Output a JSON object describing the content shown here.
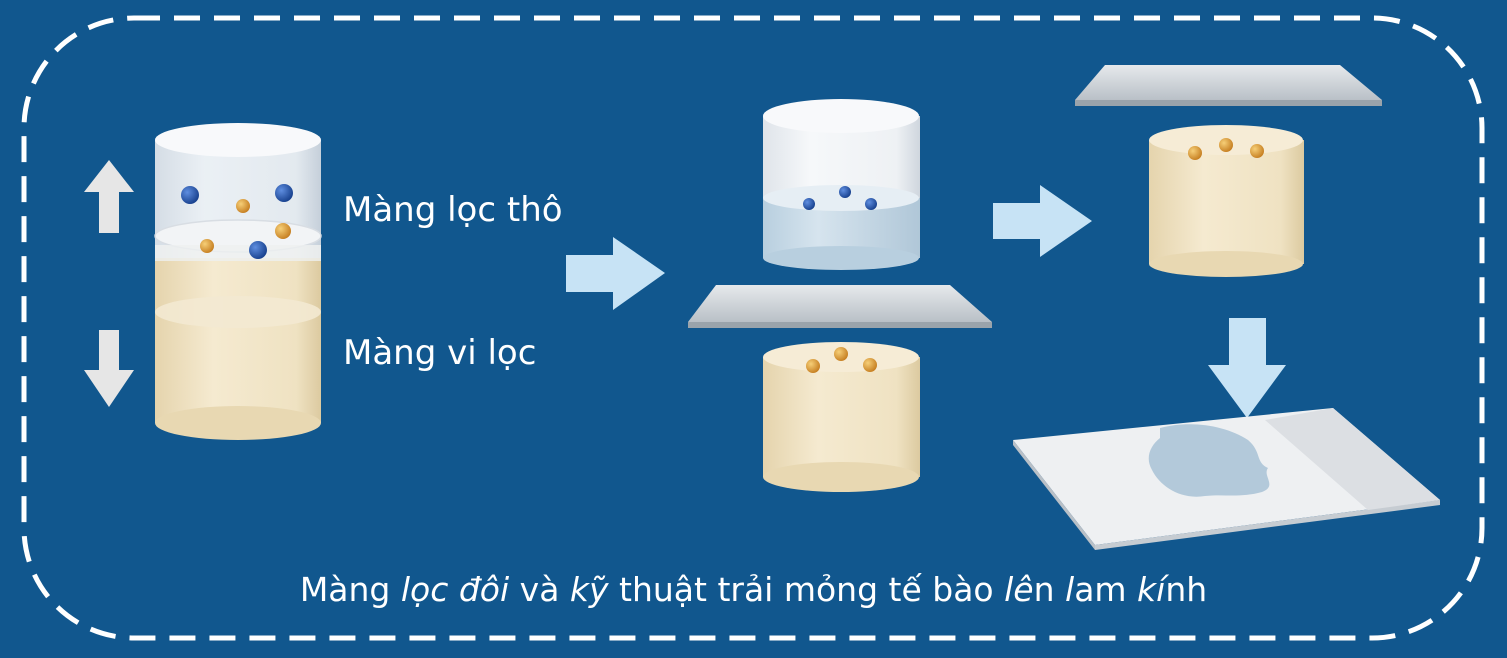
{
  "labels": {
    "coarse_filter": "Màng lọc thô",
    "micro_filter": "Màng vi lọc"
  },
  "caption": {
    "segments": [
      {
        "text": "Màng ",
        "italic": false
      },
      {
        "text": "lọc đôi",
        "italic": true
      },
      {
        "text": " và ",
        "italic": false
      },
      {
        "text": "kỹ",
        "italic": true
      },
      {
        "text": " thuật trải mỏng tế bào ",
        "italic": false
      },
      {
        "text": "lê",
        "italic": true
      },
      {
        "text": "n ",
        "italic": false
      },
      {
        "text": "l",
        "italic": true
      },
      {
        "text": "am ",
        "italic": false
      },
      {
        "text": "kí",
        "italic": true
      },
      {
        "text": "nh",
        "italic": false
      }
    ]
  },
  "colors": {
    "background": "#11578e",
    "border": "#ffffff",
    "arrow": "#c7e3f5",
    "up_down_arrow": "#e6e6e6",
    "blue_particle": "#1f54a8",
    "orange_particle": "#e0a040",
    "cream_fluid": "#efe2c2"
  }
}
